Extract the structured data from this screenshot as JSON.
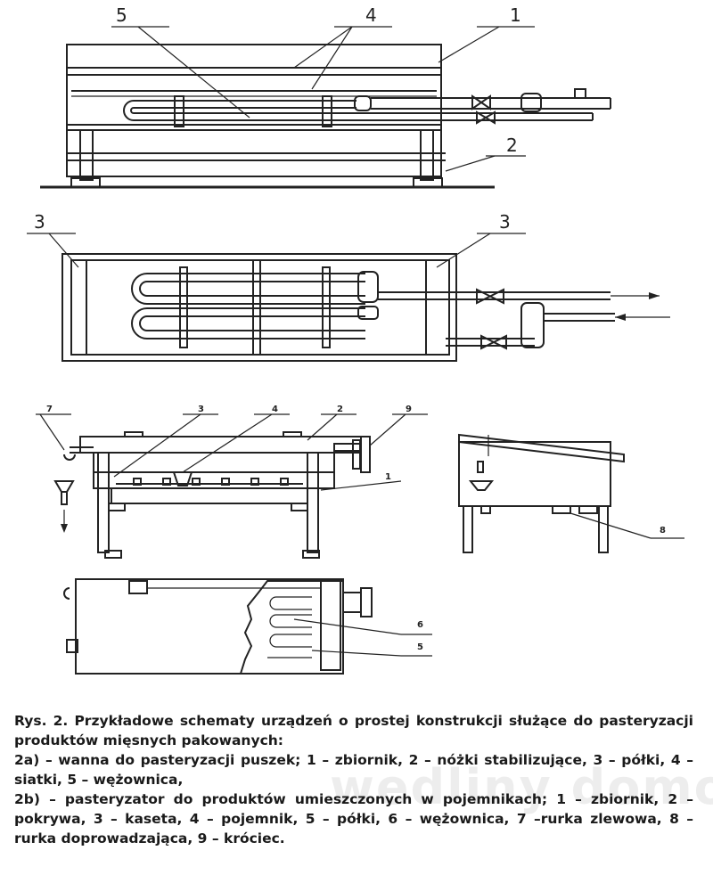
{
  "figure": {
    "labels": {
      "top_5": "5",
      "top_4": "4",
      "top_1": "1",
      "top_2": "2",
      "plan_3_left": "3",
      "plan_3_right": "3",
      "b_7": "7",
      "b_3": "3",
      "b_4": "4",
      "b_2": "2",
      "b_9": "9",
      "b_1": "1",
      "b_8": "8",
      "b_6": "6",
      "b_5": "5"
    }
  },
  "caption": {
    "line_title": "Rys. 2. Przykładowe schematy urządzeń o prostej konstrukcji służące do pasteryzacji produktów mięsnych pakowanych:",
    "line_a": "2a) – wanna do pasteryzacji puszek; 1 – zbiornik, 2 – nóżki stabilizujące, 3 – półki, 4 – siatki, 5 – wężownica,",
    "line_b": "2b) – pasteryzator do produktów umieszczonych w pojemnikach; 1 – zbiornik, 2 –pokrywa, 3 – kaseta, 4 – pojemnik, 5 – półki, 6 – wężownica, 7 –rurka zlewowa, 8 – rurka doprowadzająca, 9 – króciec."
  },
  "watermark": "wedliny domowe.pl"
}
